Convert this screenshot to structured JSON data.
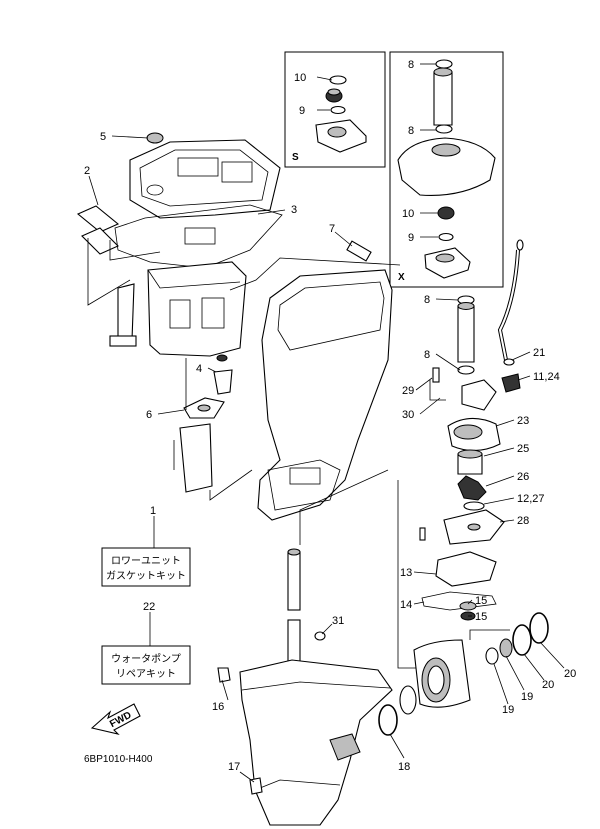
{
  "figure_code": "6BP1010-H400",
  "fwd_label": "FWD",
  "inset_s": {
    "letter": "S",
    "callouts": [
      "10",
      "9"
    ]
  },
  "inset_x": {
    "letter": "X",
    "callouts": [
      "8",
      "8",
      "10",
      "9"
    ]
  },
  "kits": [
    {
      "number": "1",
      "lines": [
        "ロワーユニット",
        "ガスケットキット"
      ]
    },
    {
      "number": "22",
      "lines": [
        "ウォータポンプ",
        "リペアキット"
      ]
    }
  ],
  "callouts": [
    "5",
    "2",
    "3",
    "7",
    "4",
    "6",
    "8",
    "8",
    "21",
    "29",
    "11,24",
    "30",
    "23",
    "25",
    "26",
    "12,27",
    "28",
    "13",
    "15",
    "14",
    "15",
    "31",
    "20",
    "20",
    "16",
    "19",
    "19",
    "18",
    "17"
  ]
}
